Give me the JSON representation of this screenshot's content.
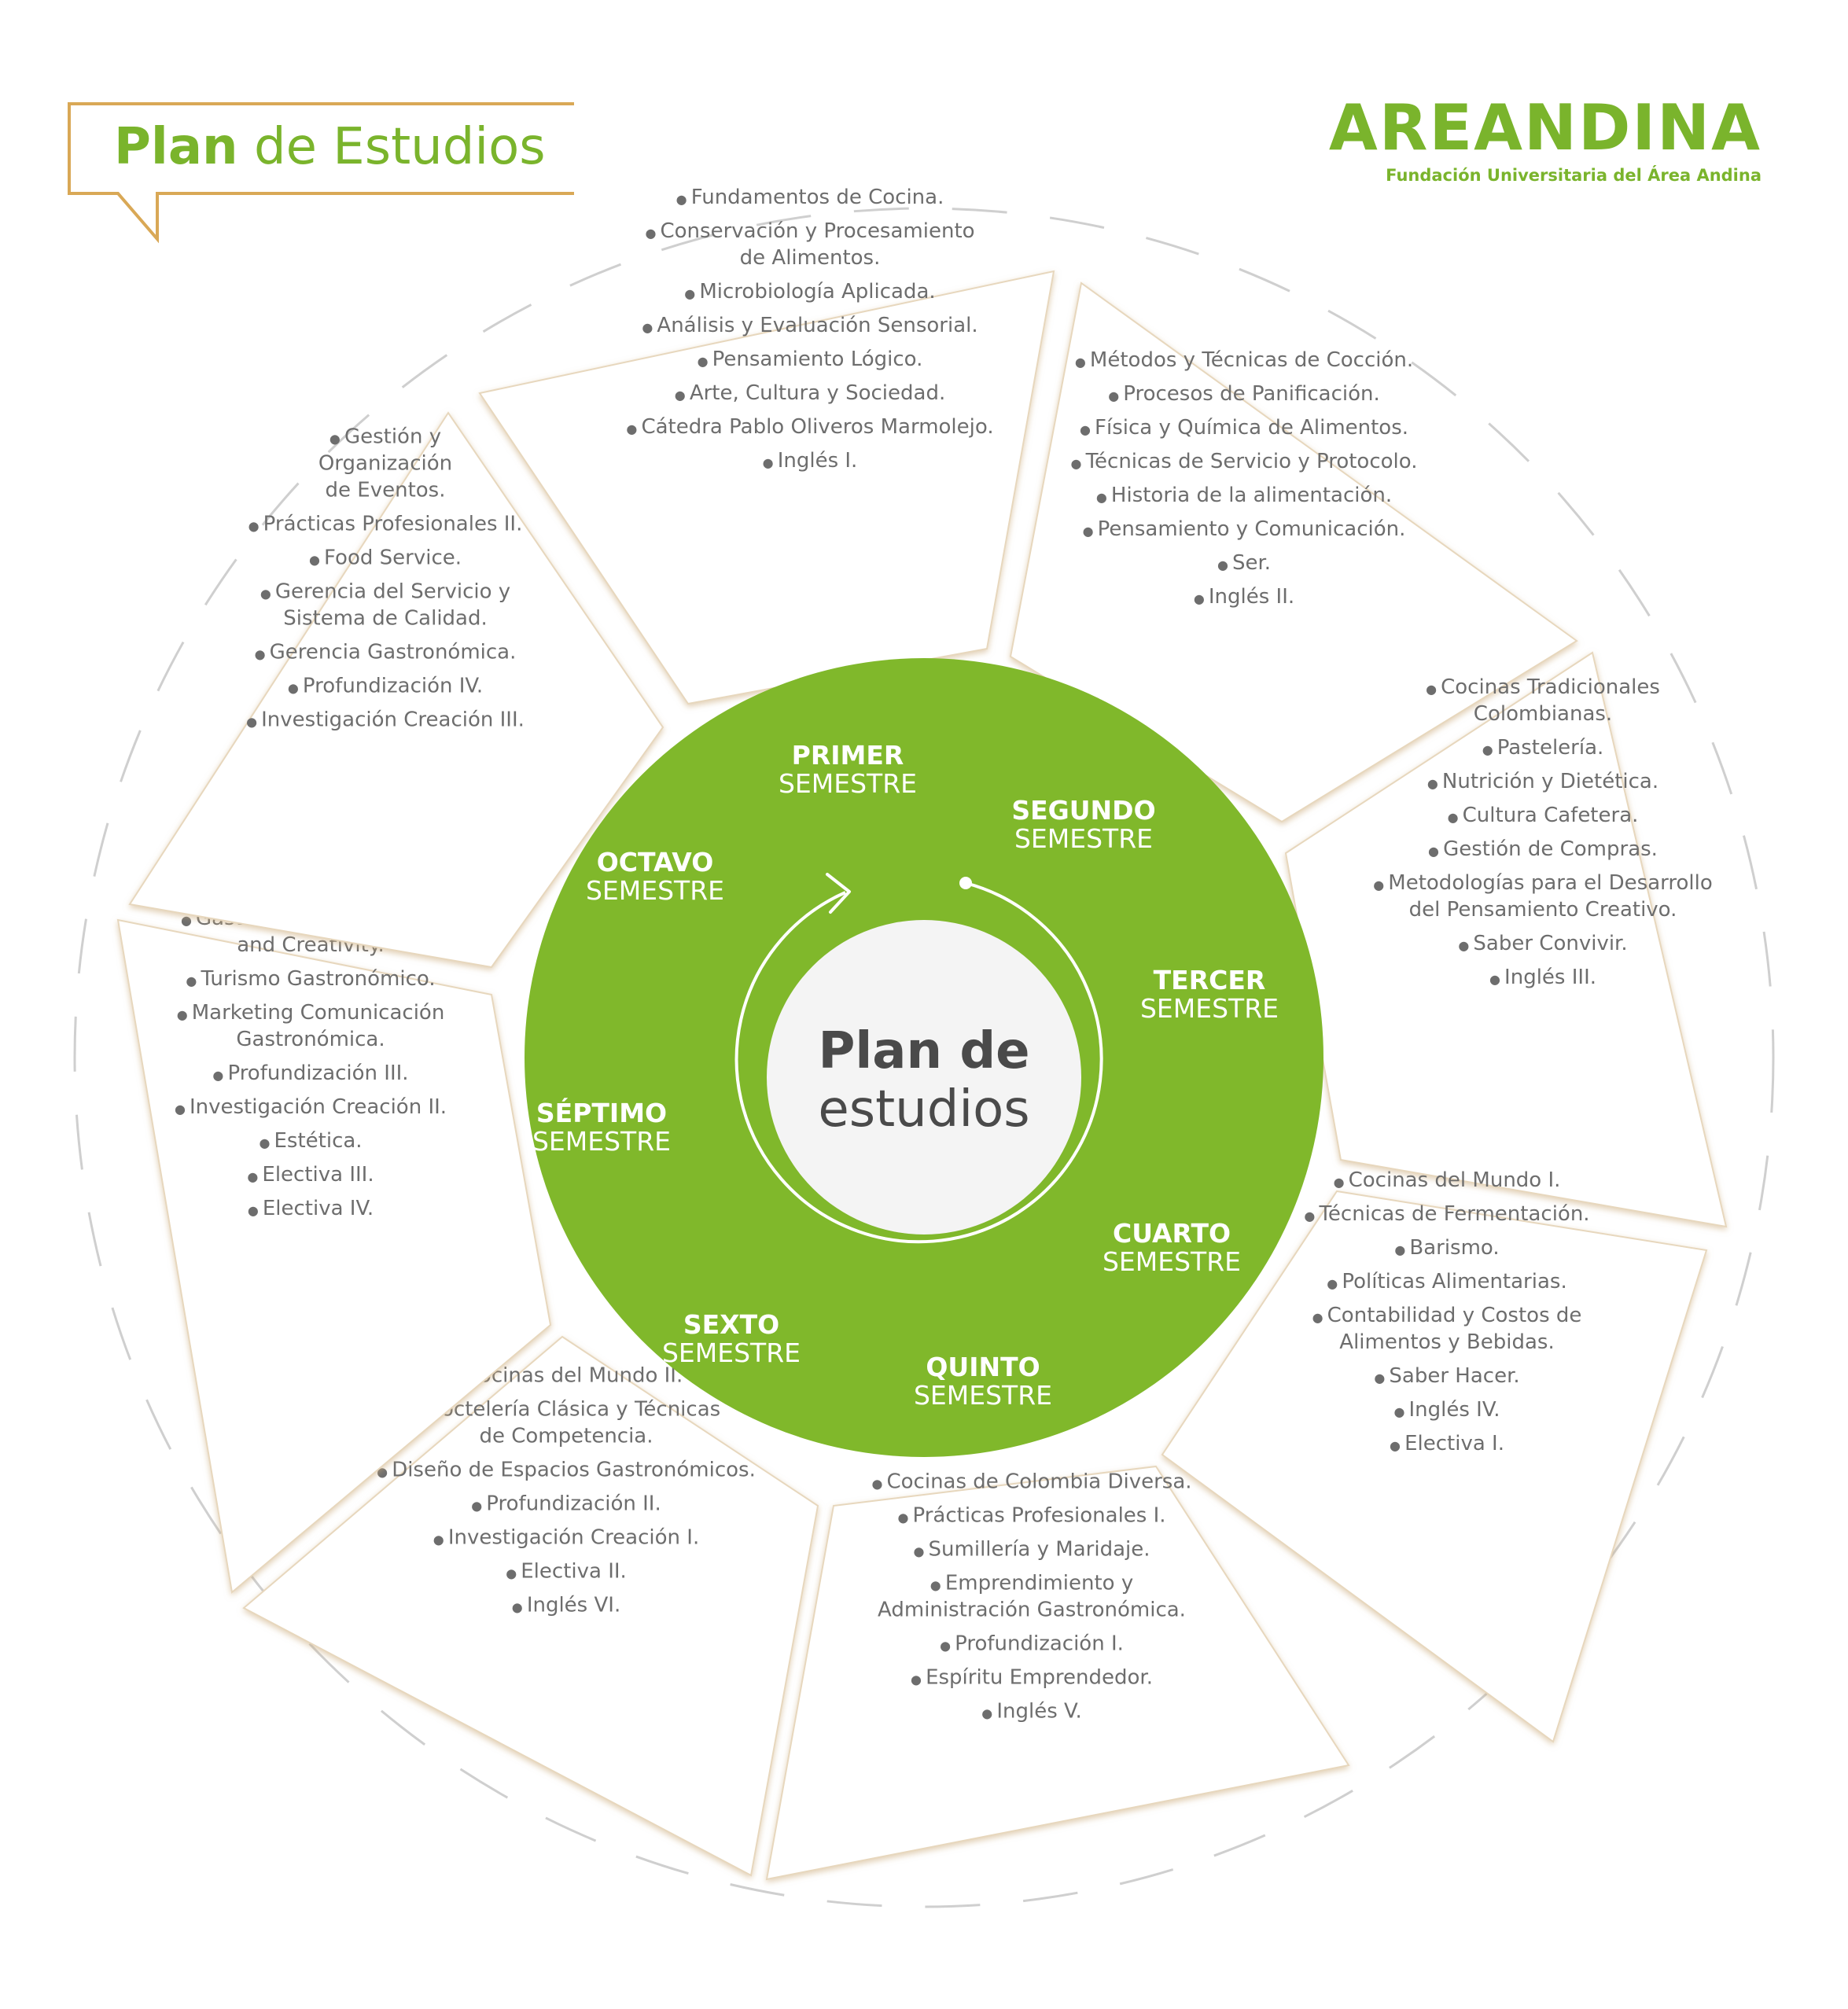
{
  "header": {
    "title_bold": "Plan",
    "title_rest": " de Estudios"
  },
  "logo": {
    "name": "AREANDINA",
    "subtitle": "Fundación Universitaria del Área Andina",
    "color": "#7ab42c"
  },
  "center": {
    "line1": "Plan de",
    "line2": "estudios"
  },
  "colors": {
    "green": "#80b82b",
    "gold": "#c9a878",
    "text": "#6d6d6d",
    "dash": "#cfcfcf",
    "center_fill": "#f4f4f4"
  },
  "semesters": [
    {
      "label_top": "PRIMER",
      "label_bottom": "SEMESTRE",
      "items": [
        [
          "Fundamentos de Cocina."
        ],
        [
          "Conservación y Procesamiento",
          "de Alimentos."
        ],
        [
          "Microbiología Aplicada."
        ],
        [
          "Análisis y Evaluación Sensorial."
        ],
        [
          "Pensamiento Lógico."
        ],
        [
          "Arte, Cultura y Sociedad."
        ],
        [
          "Cátedra Pablo Oliveros Marmolejo."
        ],
        [
          "Inglés I."
        ]
      ]
    },
    {
      "label_top": "SEGUNDO",
      "label_bottom": "SEMESTRE",
      "items": [
        [
          "Métodos y Técnicas de Cocción."
        ],
        [
          "Procesos de Panificación."
        ],
        [
          "Física y Química de Alimentos."
        ],
        [
          "Técnicas de Servicio y Protocolo."
        ],
        [
          "Historia de la alimentación."
        ],
        [
          "Pensamiento y Comunicación."
        ],
        [
          "Ser."
        ],
        [
          "Inglés II."
        ]
      ]
    },
    {
      "label_top": "TERCER",
      "label_bottom": "SEMESTRE",
      "items": [
        [
          "Cocinas Tradicionales",
          "Colombianas."
        ],
        [
          "Pastelería."
        ],
        [
          "Nutrición y Dietética."
        ],
        [
          "Cultura Cafetera."
        ],
        [
          "Gestión de Compras."
        ],
        [
          "Metodologías para el Desarrollo",
          "del Pensamiento Creativo."
        ],
        [
          "Saber Convivir."
        ],
        [
          "Inglés III."
        ]
      ]
    },
    {
      "label_top": "CUARTO",
      "label_bottom": "SEMESTRE",
      "items": [
        [
          "Cocinas del Mundo I."
        ],
        [
          "Técnicas de Fermentación."
        ],
        [
          "Barismo."
        ],
        [
          "Políticas Alimentarias."
        ],
        [
          "Contabilidad y Costos de",
          "Alimentos y Bebidas."
        ],
        [
          "Saber Hacer."
        ],
        [
          "Inglés IV."
        ],
        [
          "Electiva I."
        ]
      ]
    },
    {
      "label_top": "QUINTO",
      "label_bottom": "SEMESTRE",
      "items": [
        [
          "Cocinas de Colombia Diversa."
        ],
        [
          "Prácticas Profesionales I."
        ],
        [
          "Sumillería y Maridaje."
        ],
        [
          "Emprendimiento y",
          "Administración Gastronómica."
        ],
        [
          "Profundización I."
        ],
        [
          "Espíritu Emprendedor."
        ],
        [
          "Inglés V."
        ]
      ]
    },
    {
      "label_top": "SEXTO",
      "label_bottom": "SEMESTRE",
      "items": [
        [
          "Cocinas del Mundo II."
        ],
        [
          "Coctelería Clásica y Técnicas",
          "de Competencia."
        ],
        [
          "Diseño de Espacios Gastronómicos."
        ],
        [
          "Profundización II."
        ],
        [
          "Investigación Creación I."
        ],
        [
          "Electiva II."
        ],
        [
          "Inglés VI."
        ]
      ]
    },
    {
      "label_top": "SÉPTIMO",
      "label_bottom": "SEMESTRE",
      "items": [
        [
          "Gastronomic Innovation",
          "and Creativity."
        ],
        [
          "Turismo Gastronómico."
        ],
        [
          "Marketing Comunicación",
          "Gastronómica."
        ],
        [
          "Profundización III."
        ],
        [
          "Investigación Creación II."
        ],
        [
          "Estética."
        ],
        [
          "Electiva III."
        ],
        [
          "Electiva IV."
        ]
      ]
    },
    {
      "label_top": "OCTAVO",
      "label_bottom": "SEMESTRE",
      "items": [
        [
          "Gestión y",
          "Organización",
          "de Eventos."
        ],
        [
          "Prácticas Profesionales II."
        ],
        [
          "Food Service."
        ],
        [
          "Gerencia del Servicio y",
          "Sistema de Calidad."
        ],
        [
          "Gerencia Gastronómica."
        ],
        [
          "Profundización IV."
        ],
        [
          "Investigación Creación III."
        ]
      ]
    }
  ]
}
